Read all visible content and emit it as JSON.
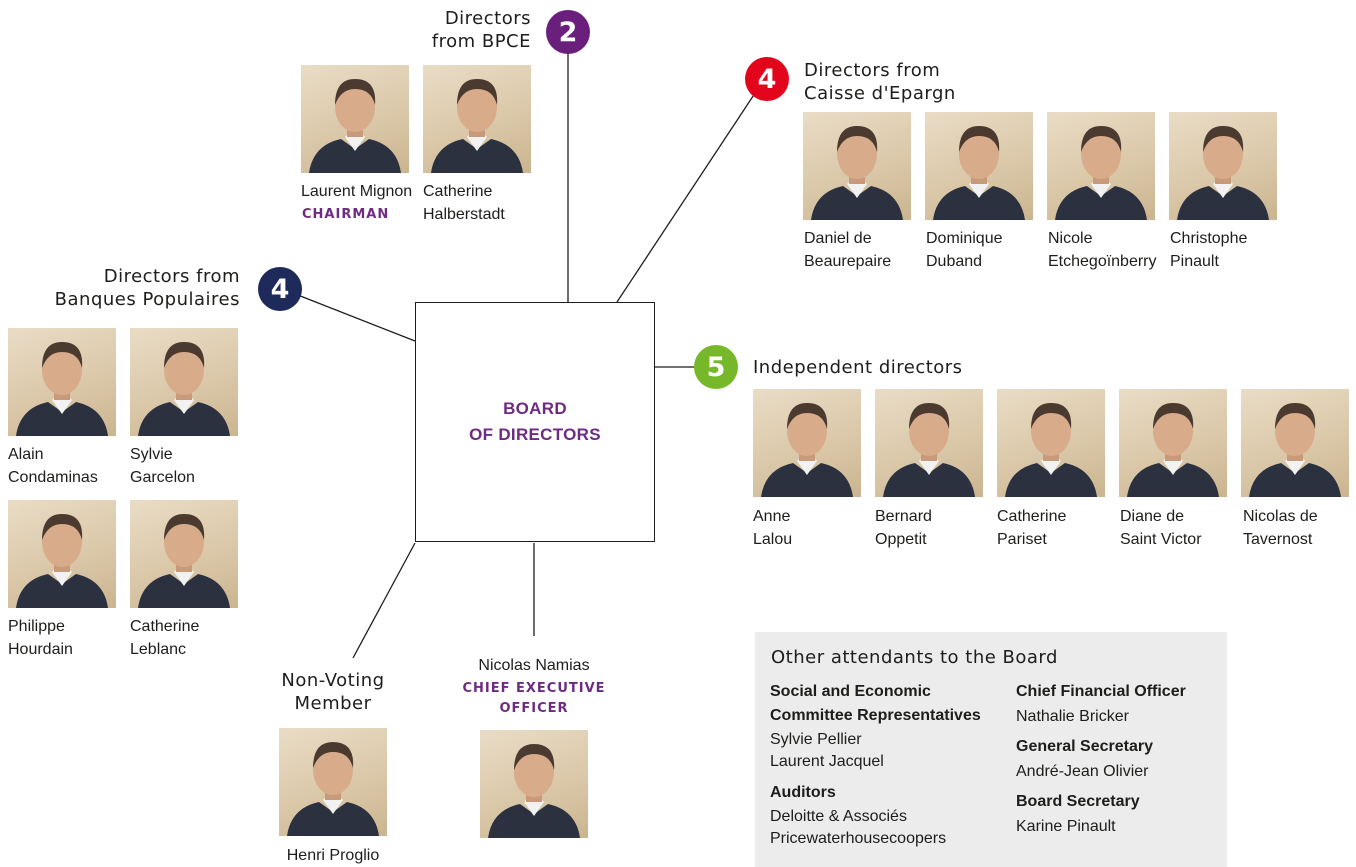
{
  "colors": {
    "bpce": "#6b1f7c",
    "caisse": "#e3051b",
    "banques": "#1e2a5a",
    "independent": "#76b82a",
    "accent": "#6e2b83"
  },
  "board": {
    "line1": "BOARD",
    "line2": "OF DIRECTORS"
  },
  "groups": {
    "bpce": {
      "count": "2",
      "title_line1": "Directors",
      "title_line2": "from BPCE",
      "members": [
        {
          "first": "Laurent Mignon",
          "last": "",
          "role": "CHAIRMAN"
        },
        {
          "first": "Catherine",
          "last": "Halberstadt"
        }
      ]
    },
    "caisse": {
      "count": "4",
      "title_line1": "Directors from",
      "title_line2": "Caisse d'Epargn",
      "members": [
        {
          "first": "Daniel de",
          "last": "Beaurepaire"
        },
        {
          "first": "Dominique",
          "last": "Duband"
        },
        {
          "first": "Nicole",
          "last": "Etchegoïnberry"
        },
        {
          "first": "Christophe",
          "last": "Pinault"
        }
      ]
    },
    "banques": {
      "count": "4",
      "title_line1": "Directors from",
      "title_line2": "Banques Populaires",
      "members": [
        {
          "first": "Alain",
          "last": "Condaminas"
        },
        {
          "first": "Sylvie",
          "last": "Garcelon"
        },
        {
          "first": "Philippe",
          "last": "Hourdain"
        },
        {
          "first": "Catherine",
          "last": "Leblanc"
        }
      ]
    },
    "independent": {
      "count": "5",
      "title": "Independent directors",
      "members": [
        {
          "first": "Anne",
          "last": "Lalou"
        },
        {
          "first": "Bernard",
          "last": "Oppetit"
        },
        {
          "first": "Catherine",
          "last": "Pariset"
        },
        {
          "first": "Diane de",
          "last": "Saint Victor"
        },
        {
          "first": "Nicolas de",
          "last": "Tavernost"
        }
      ]
    }
  },
  "non_voting": {
    "title_line1": "Non-Voting",
    "title_line2": "Member",
    "name": "Henri Proglio"
  },
  "ceo": {
    "name": "Nicolas Namias",
    "role_line1": "CHIEF EXECUTIVE",
    "role_line2": "OFFICER"
  },
  "other_attendants": {
    "title": "Other attendants to the Board",
    "social_heading_1": "Social and Economic",
    "social_heading_2": "Committee Representatives",
    "social_names": [
      "Sylvie Pellier",
      "Laurent Jacquel"
    ],
    "auditors_heading": "Auditors",
    "auditors_names": [
      "Deloitte & Associés",
      "Pricewaterhousecoopers"
    ],
    "cfo_heading": "Chief Financial Officer",
    "cfo_name": "Nathalie Bricker",
    "gs_heading": "General Secretary",
    "gs_name": "André-Jean Olivier",
    "bs_heading": "Board Secretary",
    "bs_name": "Karine Pinault"
  }
}
